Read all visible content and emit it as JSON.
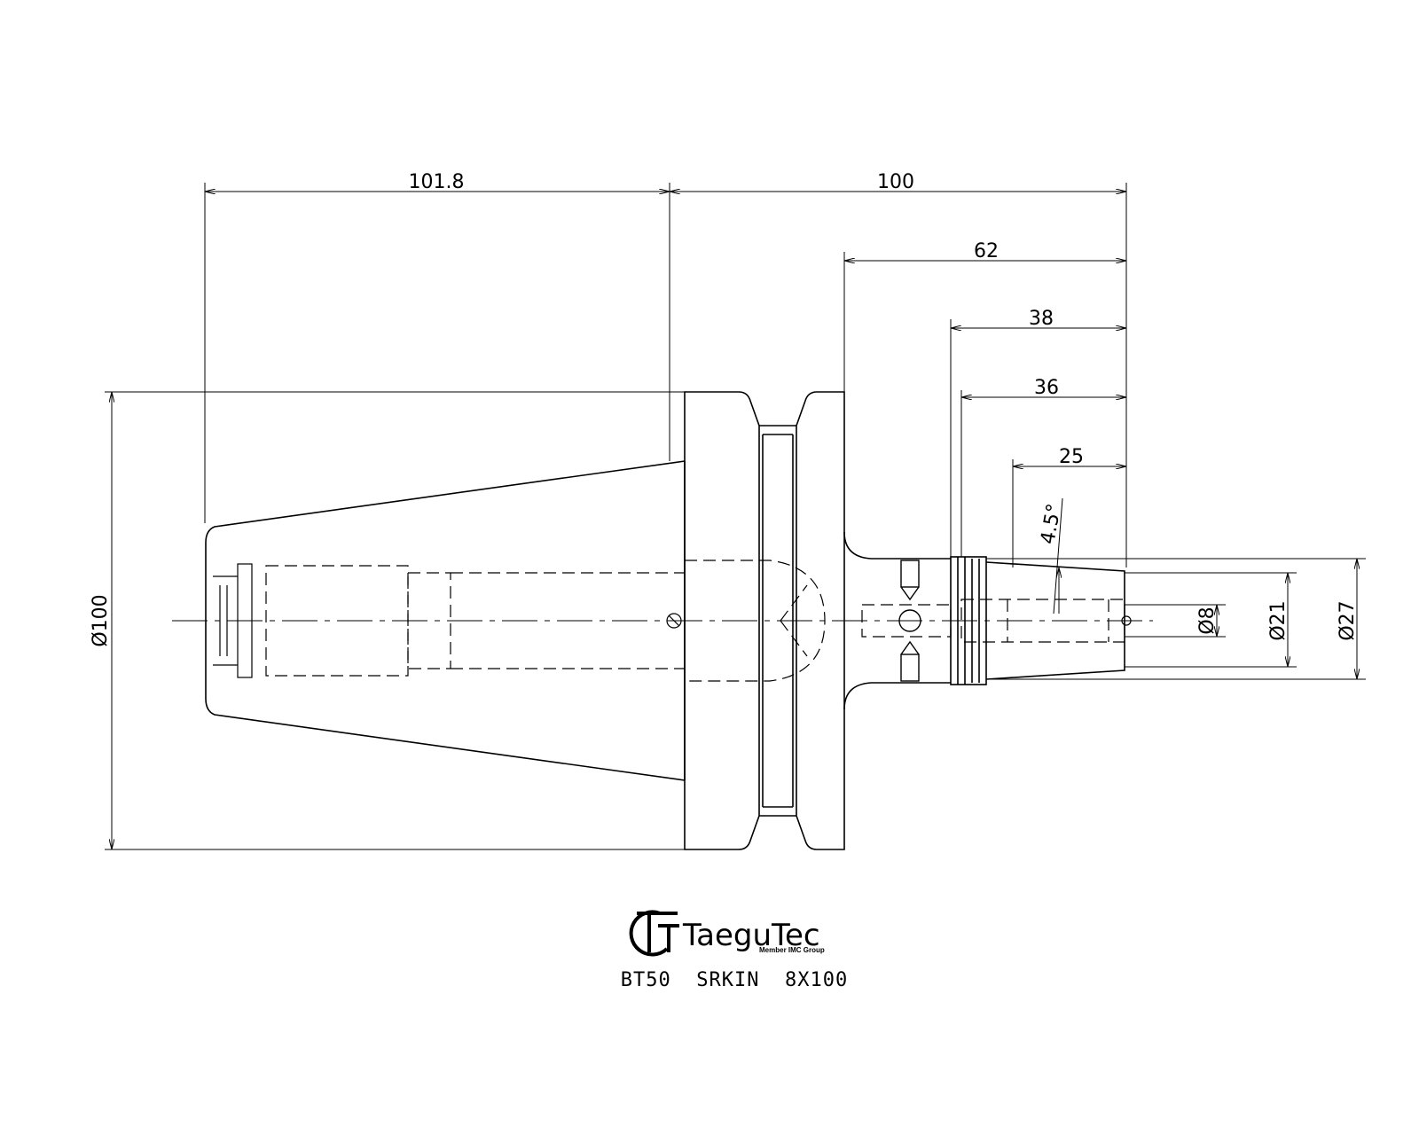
{
  "dimensions": {
    "taper_length": "101.8",
    "overall_length": "100",
    "length_62": "62",
    "length_38": "38",
    "length_36": "36",
    "length_25": "25",
    "angle": "4.5°",
    "dia_flange": "Ø100",
    "dia_bore": "Ø8",
    "dia_nose_small": "Ø21",
    "dia_nose_large": "Ø27"
  },
  "logo": {
    "name": "TaeguTec",
    "tagline": "Member IMC Group"
  },
  "part": {
    "designation": "BT50  SRKIN  8X100"
  }
}
